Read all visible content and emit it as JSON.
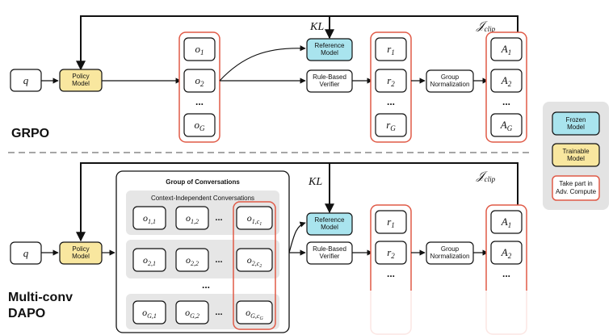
{
  "common": {
    "query": "q",
    "policy": [
      "Policy",
      "Model"
    ],
    "reference": [
      "Reference",
      "Model"
    ],
    "verifier": [
      "Rule-Based",
      "Verifier"
    ],
    "group_norm": [
      "Group",
      "Normalization"
    ],
    "kl": "KL",
    "jclip_main": "𝒥",
    "jclip_sub": "clip",
    "ellipsis": "..."
  },
  "grpo": {
    "label": "GRPO",
    "outputs": [
      {
        "main": "o",
        "sub": "1"
      },
      {
        "main": "o",
        "sub": "2"
      },
      {
        "main": "o",
        "sub": "G"
      }
    ],
    "rewards": [
      {
        "main": "r",
        "sub": "1"
      },
      {
        "main": "r",
        "sub": "2"
      },
      {
        "main": "r",
        "sub": "G"
      }
    ],
    "advantages": [
      {
        "main": "A",
        "sub": "1"
      },
      {
        "main": "A",
        "sub": "2"
      },
      {
        "main": "A",
        "sub": "G"
      }
    ]
  },
  "dapo": {
    "label": [
      "Multi-conv",
      "DAPO"
    ],
    "group_title": "Group of Conversations",
    "ci_title": "Context-Independent Conversations",
    "rows": [
      [
        {
          "main": "o",
          "sub": "1,1"
        },
        {
          "main": "o",
          "sub": "1,2"
        },
        {
          "main": "o",
          "sub": "1,c",
          "subsub": "1"
        }
      ],
      [
        {
          "main": "o",
          "sub": "2,1"
        },
        {
          "main": "o",
          "sub": "2,2"
        },
        {
          "main": "o",
          "sub": "2,c",
          "subsub": "2"
        }
      ],
      [
        {
          "main": "o",
          "sub": "G,1"
        },
        {
          "main": "o",
          "sub": "G,2"
        },
        {
          "main": "o",
          "sub": "G,c",
          "subsub": "G"
        }
      ]
    ],
    "rewards": [
      {
        "main": "r",
        "sub": "1"
      },
      {
        "main": "r",
        "sub": "2"
      }
    ],
    "advantages": [
      {
        "main": "A",
        "sub": "1"
      },
      {
        "main": "A",
        "sub": "2"
      }
    ]
  },
  "legend": {
    "frozen": [
      "Frozen",
      "Model"
    ],
    "trainable": [
      "Trainable",
      "Model"
    ],
    "adv": [
      "Take part in",
      "Adv. Compute"
    ]
  },
  "colors": {
    "policy_fill": "#f9e79f",
    "reference_fill": "#a9e4ee",
    "highlight_red": "#e05a47",
    "legend_bg": "#e3e3e3",
    "group_bg": "#e6e6e6"
  }
}
